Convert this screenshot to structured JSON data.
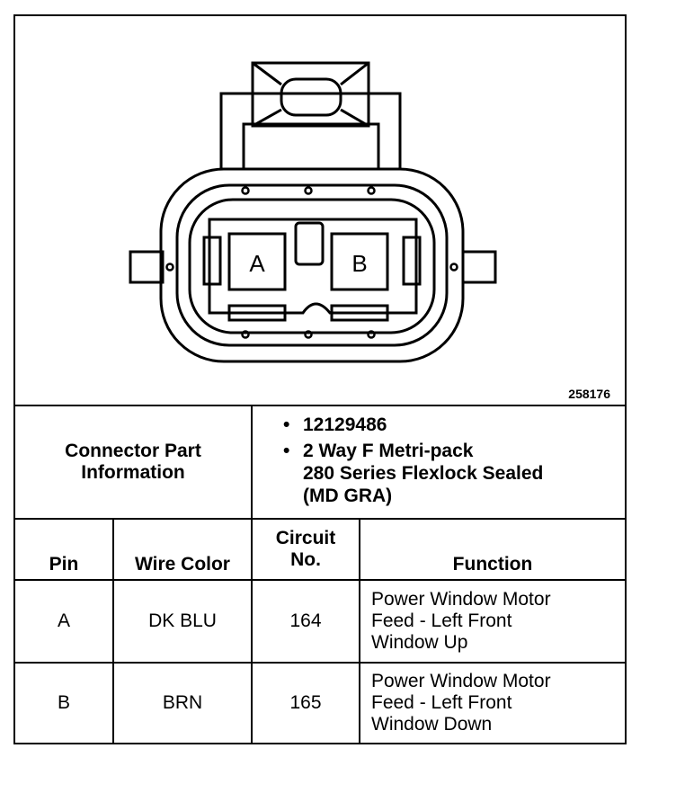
{
  "diagram": {
    "figure_number": "258176",
    "pin_labels": {
      "a": "A",
      "b": "B"
    }
  },
  "connector_info": {
    "label": "Connector Part\nInformation",
    "bullet_glyph": "•",
    "items": [
      "12129486",
      "2 Way F Metri-pack\n280 Series Flexlock Sealed\n(MD GRA)"
    ]
  },
  "table": {
    "headers": {
      "pin": "Pin",
      "wire_color": "Wire Color",
      "circuit_no": "Circuit\nNo.",
      "function": "Function"
    },
    "rows": [
      {
        "pin": "A",
        "wire_color": "DK BLU",
        "circuit_no": "164",
        "function": "Power Window Motor\nFeed - Left Front\nWindow Up"
      },
      {
        "pin": "B",
        "wire_color": "BRN",
        "circuit_no": "165",
        "function": "Power Window Motor\nFeed - Left Front\nWindow Down"
      }
    ]
  }
}
